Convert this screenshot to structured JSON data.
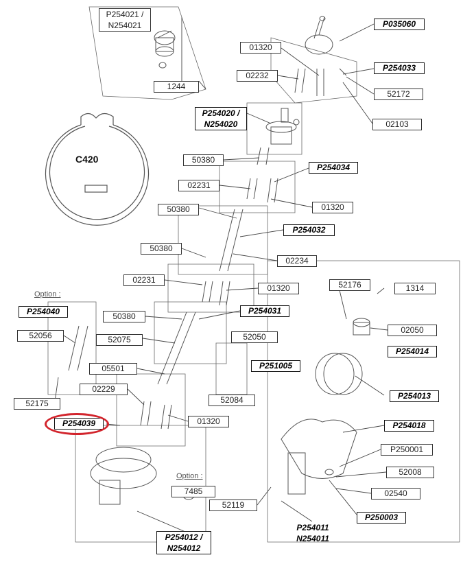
{
  "diagram": {
    "parts": {
      "p254021": "P254021 /",
      "n254021": "N254021",
      "p035060": "P035060",
      "n01320_top": "01320",
      "n02232": "02232",
      "p254033": "P254033",
      "n52172": "52172",
      "n1244": "1244",
      "p254020": "P254020 /",
      "n254020": "N254020",
      "n02103": "02103",
      "n50380_a": "50380",
      "p254034": "P254034",
      "n02231_a": "02231",
      "n01320_b": "01320",
      "n50380_b": "50380",
      "p254032": "P254032",
      "n50380_c": "50380",
      "n02234": "02234",
      "n02231_b": "02231",
      "n01320_c": "01320",
      "n52176": "52176",
      "n1314": "1314",
      "p254040": "P254040",
      "n50380_d": "50380",
      "p254031": "P254031",
      "n02050": "02050",
      "n52056": "52056",
      "n52075": "52075",
      "n52050": "52050",
      "p254014": "P254014",
      "p251005": "P251005",
      "n05501": "05501",
      "p254013": "P254013",
      "n02229": "02229",
      "n52084": "52084",
      "n52175": "52175",
      "p254039": "P254039",
      "n01320_d": "01320",
      "p254018": "P254018",
      "p250001": "P250001",
      "n52008": "52008",
      "n7485": "7485",
      "n02540": "02540",
      "n52119": "52119",
      "p250003": "P250003",
      "p254011": "P254011",
      "n254011": "N254011",
      "p254012": "P254012 /",
      "n254012": "N254012"
    },
    "texts": {
      "c420": "C420",
      "option_left": "Option :",
      "option_bottom": "Option :"
    },
    "colors": {
      "line": "#555555",
      "highlight": "#d2242c"
    }
  }
}
